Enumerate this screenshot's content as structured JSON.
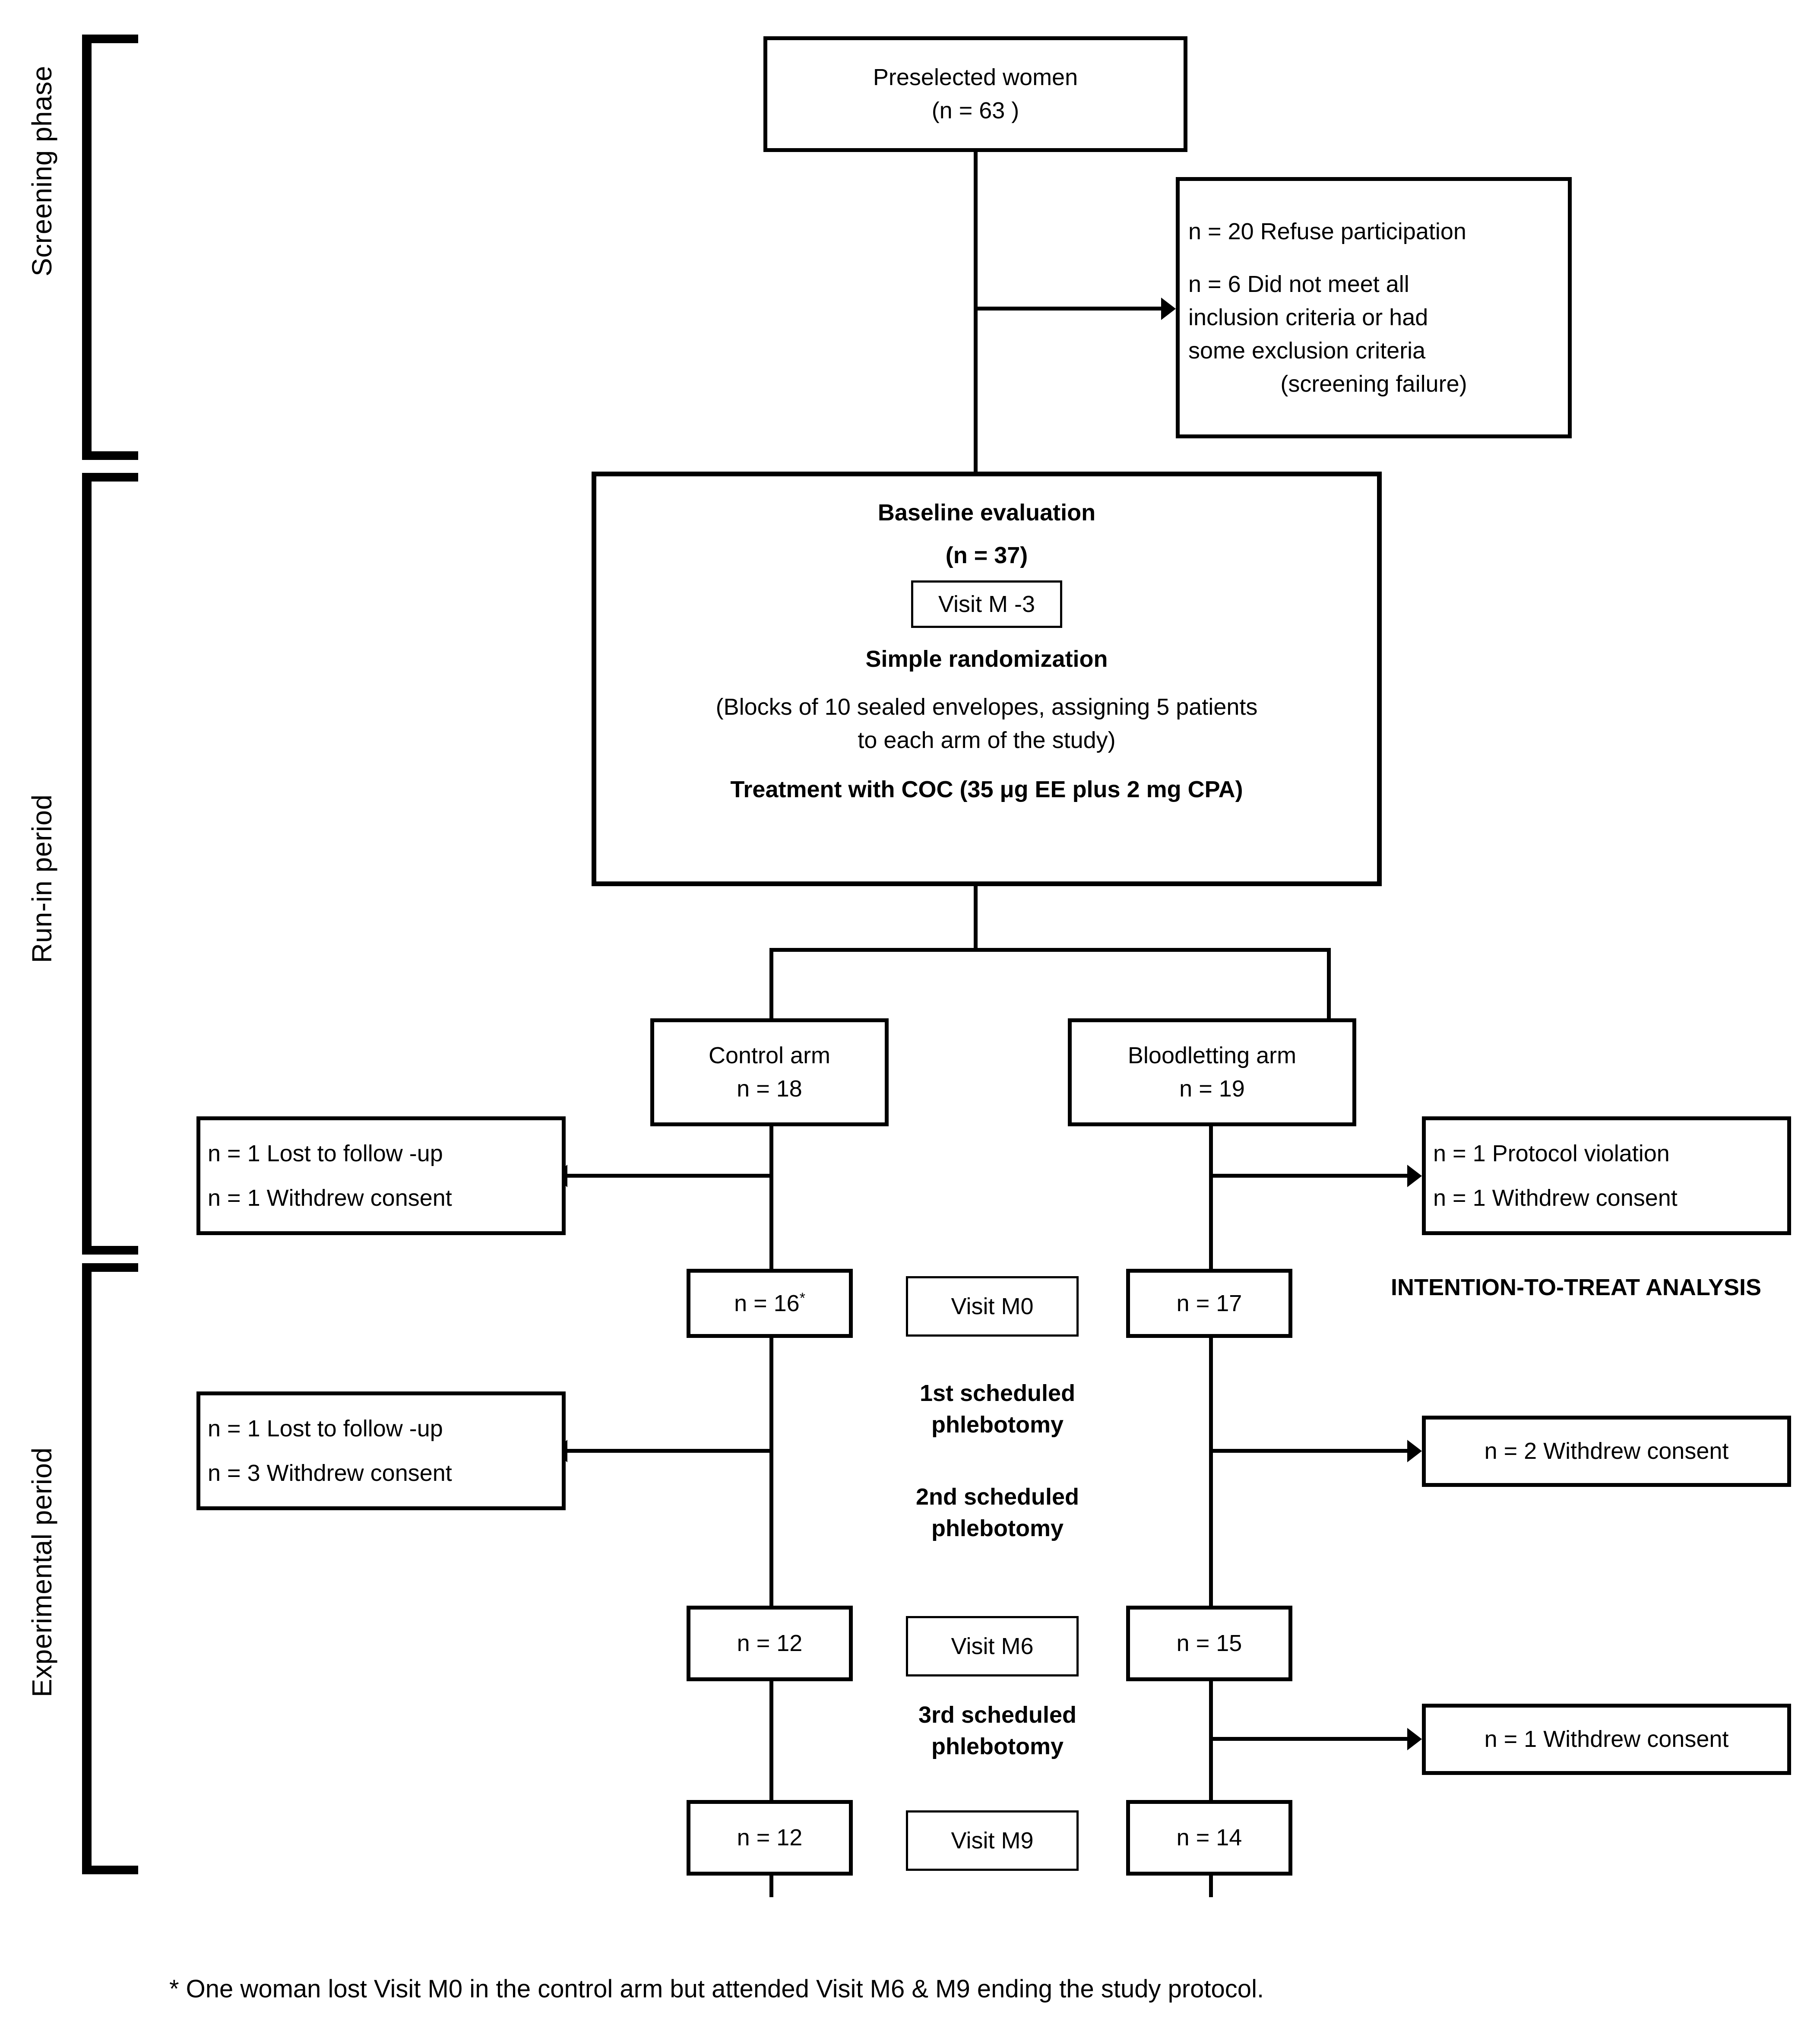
{
  "diagram": {
    "title": "CONSORT study flow diagram",
    "phases": [
      {
        "id": "screening",
        "label": "Screening phase"
      },
      {
        "id": "runin",
        "label": "Run-in period"
      },
      {
        "id": "experimental",
        "label": "Experimental period"
      }
    ],
    "nodes": {
      "preselected": {
        "line1": "Preselected women",
        "line2": "(n = 63 )"
      },
      "exclusions": {
        "line1": "n = 20  Refuse participation",
        "line2": "n = 6 Did not meet all",
        "line3": "inclusion criteria or had",
        "line4": "some exclusion criteria",
        "line5": "(screening failure)"
      },
      "baseline": {
        "line1": "Baseline evaluation",
        "line2": "(n = 37)",
        "visit_chip": "Visit M -3",
        "line3": "Simple randomization",
        "line4": "(Blocks of 10 sealed envelopes, assigning 5 patients",
        "line5": "to each arm of the study)",
        "line6": "Treatment with COC (35 μg EE plus 2 mg CPA)"
      },
      "control_arm": {
        "line1": "Control arm",
        "line2": "n = 18"
      },
      "bloodletting_arm": {
        "line1": "Bloodletting arm",
        "line2": "n = 19"
      },
      "control_dropout_1": {
        "line1": "n = 1 Lost to follow -up",
        "line2": "n = 1 Withdrew consent"
      },
      "bloodletting_dropout_1": {
        "line1": "n = 1 Protocol violation",
        "line2": "n = 1 Withdrew consent"
      },
      "control_m0": {
        "value": "n =  16",
        "marker": "*"
      },
      "bloodletting_m0": {
        "value": "n = 17"
      },
      "visit_m0": {
        "label": "Visit M0"
      },
      "itt": {
        "line1": "INTENTION-TO-TREAT",
        "line2": "ANALYSIS"
      },
      "control_dropout_2": {
        "line1": "n = 1 Lost to follow -up",
        "line2": "n = 3 Withdrew consent"
      },
      "bloodletting_dropout_2": {
        "line1": "n = 2 Withdrew consent"
      },
      "phlebotomy_1": {
        "line1": "1st scheduled",
        "line2": "phlebotomy"
      },
      "phlebotomy_2": {
        "line1": "2nd scheduled",
        "line2": "phlebotomy"
      },
      "phlebotomy_3": {
        "line1": "3rd scheduled",
        "line2": "phlebotomy"
      },
      "control_m6": {
        "value": "n = 12"
      },
      "bloodletting_m6": {
        "value": "n = 15"
      },
      "visit_m6": {
        "label": "Visit M6"
      },
      "bloodletting_dropout_3": {
        "line1": "n = 1 Withdrew consent"
      },
      "control_m9": {
        "value": "n = 12"
      },
      "bloodletting_m9": {
        "value": "n = 14"
      },
      "visit_m9": {
        "label": "Visit M9"
      }
    },
    "footnote": "* One woman lost Visit M0 in the control arm but attended Visit M6 & M9 ending the study protocol.",
    "colors": {
      "ink": "#000000",
      "paper": "#ffffff"
    }
  }
}
